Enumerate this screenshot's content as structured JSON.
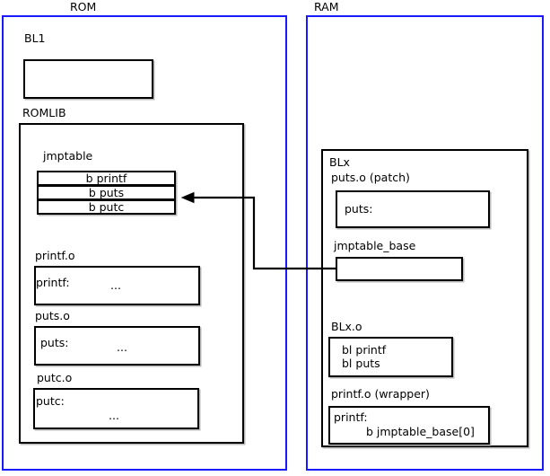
{
  "diagram": {
    "title": "ROM jump table with RAM patch",
    "line_color": "#000000",
    "region_color": "#1a1aff"
  },
  "regions": [
    {
      "name": "rom",
      "label": "ROM"
    },
    {
      "name": "ram",
      "label": "RAM"
    }
  ],
  "rom": {
    "bl1": {
      "caption": "BL1",
      "body": ""
    },
    "romlib": {
      "caption": "ROMLIB",
      "jmptable": {
        "caption": "jmptable",
        "entries": [
          {
            "label": "b printf"
          },
          {
            "label": "b puts"
          },
          {
            "label": "b putc"
          }
        ]
      },
      "objects": [
        {
          "caption": "printf.o",
          "symbol": "printf:",
          "body": "..."
        },
        {
          "caption": "puts.o",
          "symbol": "puts:",
          "body": "..."
        },
        {
          "caption": "putc.o",
          "symbol": "putc:",
          "body": "..."
        }
      ]
    }
  },
  "ram": {
    "blx": {
      "caption": "BLx",
      "patch": {
        "caption": "puts.o (patch)",
        "symbol": "puts:"
      },
      "jmptable_base": {
        "caption": "jmptable_base",
        "body": ""
      },
      "blx_o": {
        "caption": "BLx.o",
        "line1": "bl printf",
        "line2": "bl puts"
      },
      "printf_wrapper": {
        "caption": "printf.o (wrapper)",
        "symbol": "printf:",
        "branch": "b jmptable_base[0]"
      }
    }
  },
  "connector": {
    "name": "jmptable-base-to-b-puts-arrow",
    "from": "jmptable_base",
    "to": "b puts"
  }
}
